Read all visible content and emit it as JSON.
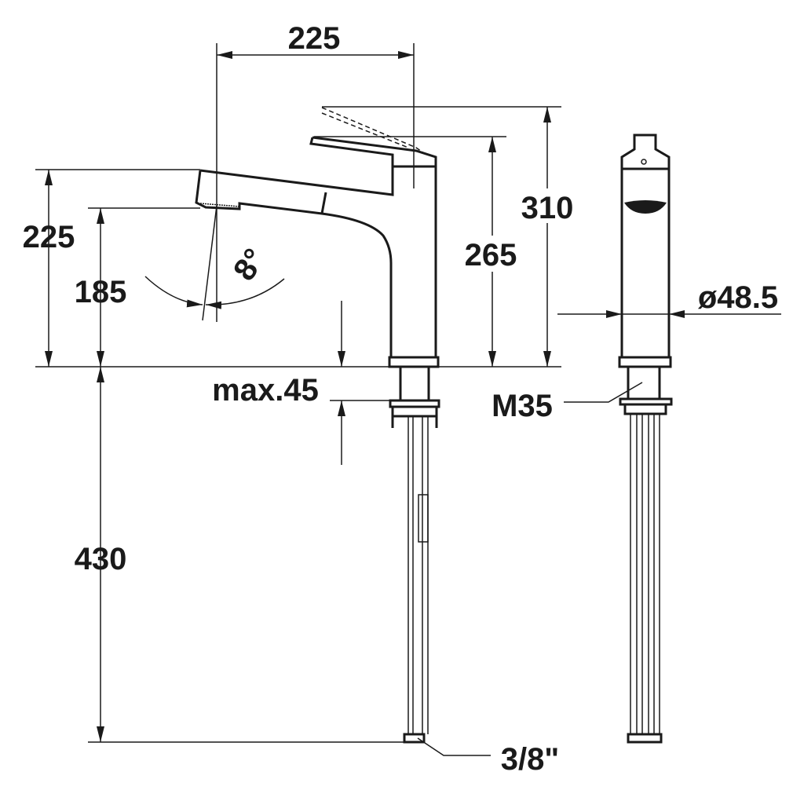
{
  "drawing": {
    "ink_color": "#1a1a1a",
    "dimensions": {
      "spout_reach": "225",
      "spout_height": "225",
      "outlet_height": "185",
      "swivel_angle": "8°",
      "total_height": "310",
      "lever_height": "265",
      "body_diameter": "ø48.5",
      "max_counter_thickness": "max.45",
      "thread": "M35",
      "hose_length": "430",
      "connection": "3/8\""
    }
  }
}
